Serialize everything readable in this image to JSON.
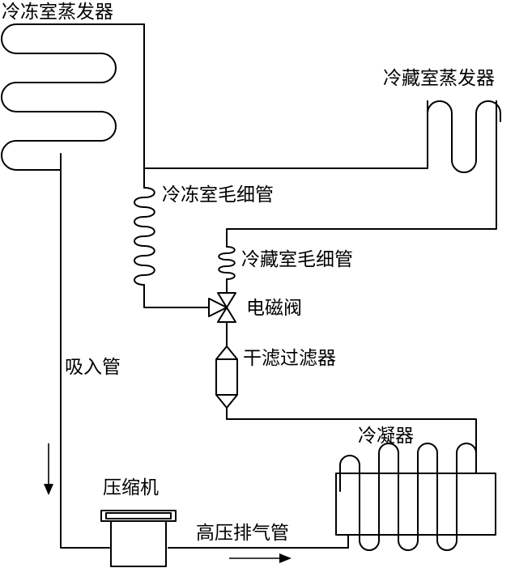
{
  "labels": {
    "freezer_evaporator": "冷冻室蒸发器",
    "fridge_evaporator": "冷藏室蒸发器",
    "freezer_capillary": "冷冻室毛细管",
    "fridge_capillary": "冷藏室毛细管",
    "solenoid_valve": "电磁阀",
    "dry_filter": "干滤过滤器",
    "suction_pipe": "吸入管",
    "condenser": "冷凝器",
    "compressor": "压缩机",
    "discharge_pipe": "高压排气管"
  },
  "colors": {
    "line": "#000000",
    "background": "#ffffff"
  }
}
